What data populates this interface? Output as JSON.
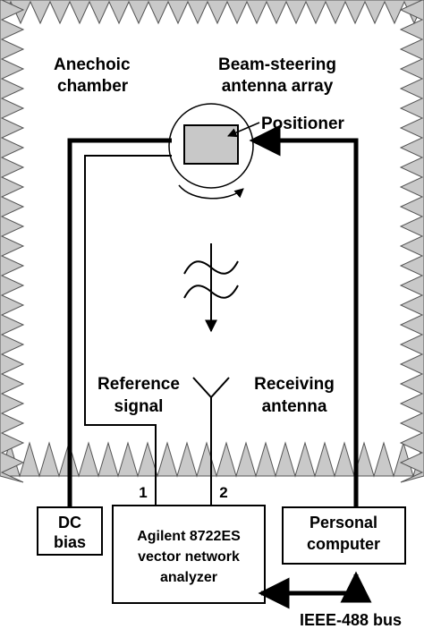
{
  "labels": {
    "chamber_line1": "Anechoic",
    "chamber_line2": "chamber",
    "array_line1": "Beam-steering",
    "array_line2": "antenna array",
    "positioner": "Positioner",
    "reference_line1": "Reference",
    "reference_line2": "signal",
    "receiving_line1": "Receiving",
    "receiving_line2": "antenna",
    "port1": "1",
    "port2": "2",
    "dc_line1": "DC",
    "dc_line2": "bias",
    "vna_line1": "Agilent 8722ES",
    "vna_line2": "vector network",
    "vna_line3": "analyzer",
    "pc_line1": "Personal",
    "pc_line2": "computer",
    "bus": "IEEE-488 bus"
  },
  "colors": {
    "absorber_fill": "#c9c9c9",
    "absorber_edge": "#555555",
    "line": "#000000",
    "array_fill": "#c8c8c8"
  }
}
